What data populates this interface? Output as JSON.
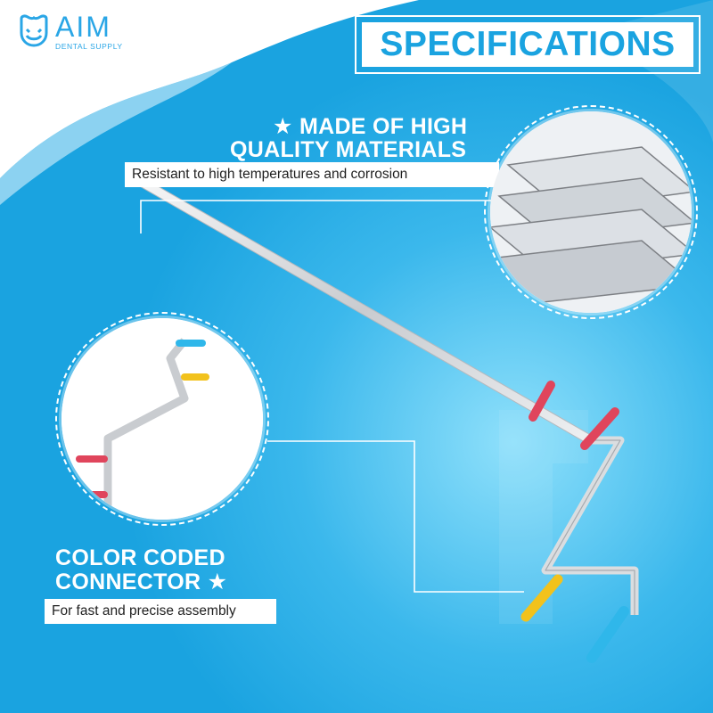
{
  "brand": {
    "name": "AIM",
    "tagline": "DENTAL SUPPLY"
  },
  "header": {
    "title": "SPECIFICATIONS"
  },
  "features": [
    {
      "heading_line1": "MADE OF HIGH",
      "heading_line2": "QUALITY MATERIALS",
      "description": "Resistant to high temperatures and corrosion",
      "icon": "star-icon"
    },
    {
      "heading_line1": "COLOR CODED",
      "heading_line2": "CONNECTOR",
      "description": "For fast and precise assembly",
      "icon": "star-icon"
    }
  ],
  "colors": {
    "background": "#1aa3e0",
    "accent_light": "#7fd6f7",
    "white": "#ffffff",
    "connector_red": "#e0455c",
    "connector_yellow": "#f2c21c",
    "connector_blue": "#2fb7ea"
  }
}
